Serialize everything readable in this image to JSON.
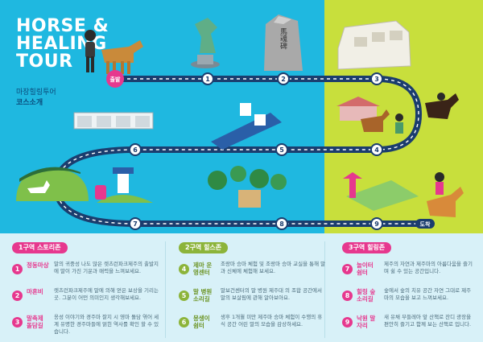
{
  "title": {
    "line1": "HORSE &",
    "line2": "HEALING",
    "line3": "TOUR"
  },
  "subtitle": "마장힐링투어",
  "subtitle2": "코스소개",
  "route": {
    "start_label": "출발",
    "end_label": "도착",
    "monument_text": "馬魂碑",
    "stops": [
      "1",
      "2",
      "3",
      "4",
      "5",
      "6",
      "7",
      "8",
      "9"
    ]
  },
  "sections": [
    {
      "heading": "1구역 스토리존",
      "items": [
        {
          "num": "1",
          "name": "정동마상",
          "desc": "말의 귀중성 나도 많은 렛츠런파크제주의 출발지 에 말이 가진 기운과 매력을 느껴보세요."
        },
        {
          "num": "2",
          "name": "마혼비",
          "desc": "렛츠런파크제주에 말에 의해 얻은 보상을 기리는 곳. 그분이 어떤 의미인지 생각해보세요."
        },
        {
          "num": "3",
          "name": "말축제 돌담길",
          "desc": "옹성 이야기와 경주마 잘지 시 영마 돌담 엮어 세계 유명한 경주마들에 얽힌 역사를 확인 할 수 있습니다."
        }
      ]
    },
    {
      "heading": "2구역 힐스존",
      "items": [
        {
          "num": "4",
          "name": "제마 운영센터",
          "desc": "조랑마 승마 체험 및 조랑마 승마 교실을 통해 말과 신체에 체험해 보세요."
        },
        {
          "num": "5",
          "name": "말 병원 소리길",
          "desc": "말보건센터의 말 병원 제주대 의 조합 공간에서 말의 보살핌에 관해 알아보아요."
        },
        {
          "num": "6",
          "name": "몽생이 쉼터",
          "desc": "생후 1개월 미만 제주마 승마 체험이 수행의 휴식 공간 어린 말의 모습을 감상하세요."
        }
      ]
    },
    {
      "heading": "3구역 힐링존",
      "items": [
        {
          "num": "7",
          "name": "놀이터 쉼터",
          "desc": "제주의 자연과 제주마의 아름다움을 즐기며 쉴 수 있는 공간입니다."
        },
        {
          "num": "8",
          "name": "힐링 숲 소리길",
          "desc": "숲에서 숲의 치유 공간 자연 그대로 제주 마의 모습을 보고 느껴보세요."
        },
        {
          "num": "9",
          "name": "낙원 말자리",
          "desc": "새 유채 부들레아 앞 산책로 잔디 광장을 편안히 즐기고 함께 보는 산책로 입니다."
        }
      ]
    }
  ]
}
